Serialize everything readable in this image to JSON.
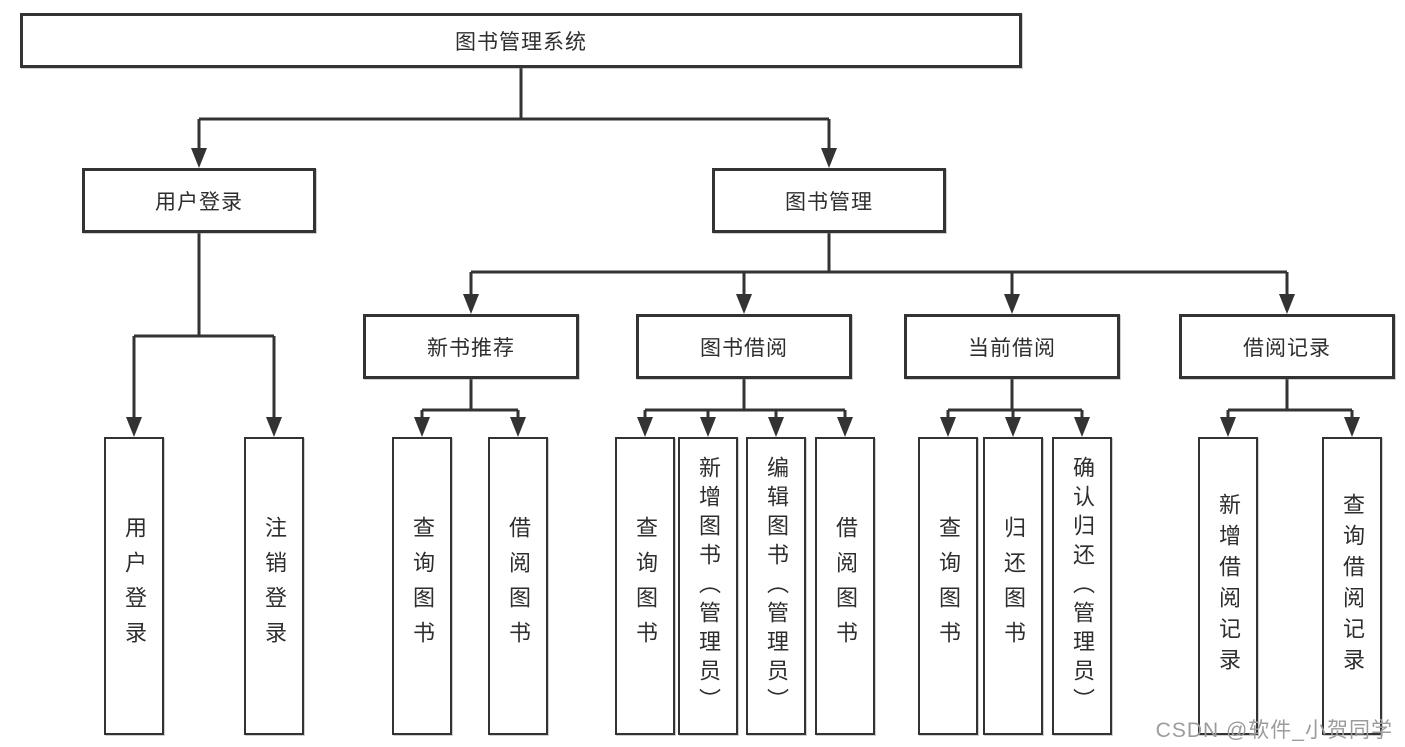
{
  "diagram": {
    "type": "hierarchy-tree",
    "title": "图书管理系统",
    "colors": {
      "line": "#333333",
      "box_border": "#333333",
      "box_fill": "#ffffff",
      "text": "#2e2e2e",
      "background": "#ffffff",
      "watermark_text": "#9c9c9c"
    },
    "structure": {
      "图书管理系统": {
        "用户登录": [
          "用户登录",
          "注销登录"
        ],
        "图书管理": {
          "新书推荐": [
            "查询图书",
            "借阅图书"
          ],
          "图书借阅": [
            "查询图书",
            "新增图书（管理员）",
            "编辑图书（管理员）",
            "借阅图书"
          ],
          "当前借阅": [
            "查询图书",
            "归还图书",
            "确认归还（管理员）"
          ],
          "借阅记录": [
            "新增借阅记录",
            "查询借阅记录"
          ]
        }
      }
    }
  },
  "nodes": {
    "root": {
      "label": "图书管理系统"
    },
    "user_login": {
      "label": "用户登录"
    },
    "book_mgmt": {
      "label": "图书管理"
    },
    "new_book_rec": {
      "label": "新书推荐"
    },
    "book_borrow": {
      "label": "图书借阅"
    },
    "current_borrow": {
      "label": "当前借阅"
    },
    "borrow_record": {
      "label": "借阅记录"
    },
    "leaf_user_login": {
      "label": "用户登录"
    },
    "leaf_logout": {
      "label": "注销登录"
    },
    "leaf_query_books_1": {
      "label": "查询图书"
    },
    "leaf_borrow_books_1": {
      "label": "借阅图书"
    },
    "leaf_query_books_2": {
      "label": "查询图书"
    },
    "leaf_add_book_admin": {
      "label": "新增图书（管理员）"
    },
    "leaf_edit_book_admin": {
      "label": "编辑图书（管理员）"
    },
    "leaf_borrow_books_2": {
      "label": "借阅图书"
    },
    "leaf_query_books_3": {
      "label": "查询图书"
    },
    "leaf_return_book": {
      "label": "归还图书"
    },
    "leaf_confirm_return_admin": {
      "label": "确认归还（管理员）"
    },
    "leaf_add_borrow_record": {
      "label": "新增借阅记录"
    },
    "leaf_query_borrow_record": {
      "label": "查询借阅记录"
    }
  },
  "watermark": {
    "text": "CSDN @软件_小贺同学"
  }
}
